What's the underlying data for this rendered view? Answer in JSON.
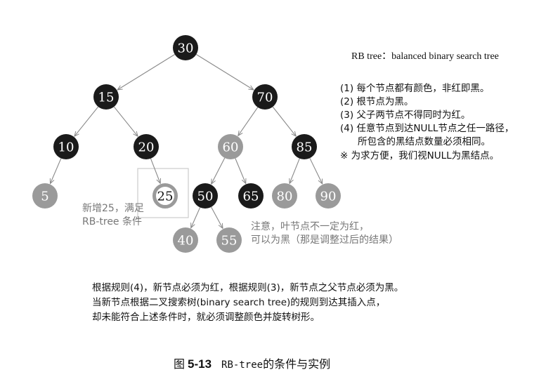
{
  "tree": {
    "nodes": [
      {
        "id": "n30",
        "label": "30",
        "color": "black"
      },
      {
        "id": "n15",
        "label": "15",
        "color": "black"
      },
      {
        "id": "n70",
        "label": "70",
        "color": "black"
      },
      {
        "id": "n10",
        "label": "10",
        "color": "black"
      },
      {
        "id": "n20",
        "label": "20",
        "color": "black"
      },
      {
        "id": "n60",
        "label": "60",
        "color": "red"
      },
      {
        "id": "n85",
        "label": "85",
        "color": "black"
      },
      {
        "id": "n5",
        "label": "5",
        "color": "red"
      },
      {
        "id": "n25",
        "label": "25",
        "color": "new"
      },
      {
        "id": "n50",
        "label": "50",
        "color": "black"
      },
      {
        "id": "n65",
        "label": "65",
        "color": "black"
      },
      {
        "id": "n80",
        "label": "80",
        "color": "red"
      },
      {
        "id": "n90",
        "label": "90",
        "color": "red"
      },
      {
        "id": "n40",
        "label": "40",
        "color": "red"
      },
      {
        "id": "n55",
        "label": "55",
        "color": "red"
      }
    ],
    "edges": [
      [
        "n30",
        "n15"
      ],
      [
        "n30",
        "n70"
      ],
      [
        "n15",
        "n10"
      ],
      [
        "n15",
        "n20"
      ],
      [
        "n70",
        "n60"
      ],
      [
        "n70",
        "n85"
      ],
      [
        "n10",
        "n5"
      ],
      [
        "n20",
        "n25"
      ],
      [
        "n60",
        "n50"
      ],
      [
        "n60",
        "n65"
      ],
      [
        "n85",
        "n80"
      ],
      [
        "n85",
        "n90"
      ],
      [
        "n50",
        "n40"
      ],
      [
        "n50",
        "n55"
      ]
    ]
  },
  "colors": {
    "black_node": "#1a1a1a",
    "red_node": "#9a9a9a",
    "new_node_ring": "#9a9a9a",
    "node_text_light": "#ffffff",
    "node_text_dark": "#111111",
    "edge": "#888888",
    "highlight_box": "#cccccc"
  },
  "legend": {
    "title": "RB tree：balanced binary search tree",
    "rules": [
      "(1) 每个节点都有颜色，非红即黑。",
      "(2) 根节点为黑。",
      "(3) 父子两节点不得同时为红。",
      "(4) 任意节点到达NULL节点之任一路径，",
      "所包含的黑结点数量必须相同。",
      "※ 为求方便，我们视NULL为黑结点。"
    ]
  },
  "annotations": {
    "new_node": [
      "新增25，满足",
      "RB-tree 条件"
    ],
    "leaf_note": [
      "注意，叶节点不一定为红，",
      "可以为黑（那是调整过后的结果）"
    ]
  },
  "paragraph": [
    "根据规则(4)，新节点必须为红，根据规则(3)，新节点之父节点必须为黑。",
    "当新节点根据二叉搜索树(binary search tree)的规则到达其插入点，",
    "却未能符合上述条件时，就必须调整颜色并旋转树形。"
  ],
  "caption": {
    "prefix": "图",
    "number": "5-13",
    "code": "RB-tree",
    "rest": "的条件与实例"
  }
}
